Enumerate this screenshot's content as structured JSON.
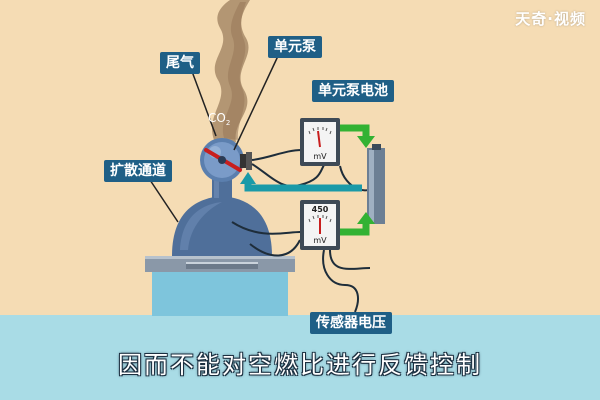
{
  "watermark": "天奇·视频",
  "labels": {
    "exhaust": "尾气",
    "pump_cell": "单元泵",
    "pump_battery": "单元泵电池",
    "diffusion_channel": "扩散通道",
    "sensor_voltage": "传感器电压"
  },
  "gas_formula": "CO",
  "gas_subscript": "2",
  "meter_top": {
    "unit": "mV"
  },
  "meter_bottom": {
    "reading": "450",
    "unit": "mV"
  },
  "subtitle": "因而不能对空燃比进行反馈控制",
  "colors": {
    "background": "#f5dcb4",
    "floor": "#a9dce6",
    "label_bg": "#1f5f86",
    "arrow_green": "#33b233",
    "arrow_teal": "#1a9aa8",
    "chamber": "#4f6f9a",
    "base_tank": "#7ec5dc"
  }
}
